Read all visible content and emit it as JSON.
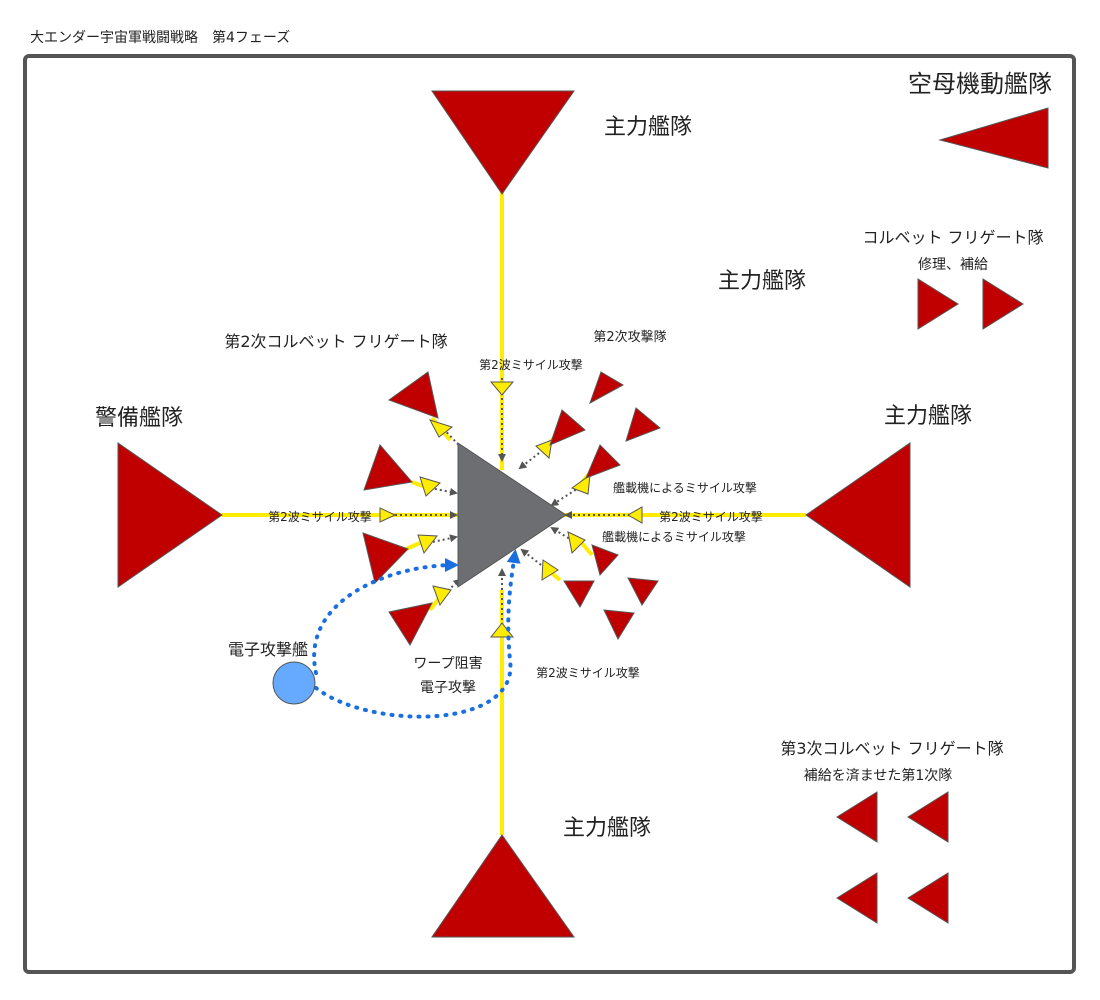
{
  "doc_title": "大エンダー宇宙軍戦闘戦略　第4フェーズ",
  "colors": {
    "enemy_red": "#c00000",
    "central_gray": "#6d6e71",
    "attack_yellow": "#ffec00",
    "ewar_blue": "#66aaff",
    "frame": "#555555"
  },
  "labels": {
    "carrier_fleet": "空母機動艦隊",
    "main_fleet_top": "主力艦隊",
    "main_fleet_upper_right": "主力艦隊",
    "main_fleet_right": "主力艦隊",
    "main_fleet_bottom": "主力艦隊",
    "guard_fleet": "警備艦隊",
    "corvette_group_title": "コルベット フリゲート隊",
    "corvette_group_sub": "修理、補給",
    "second_corvette": "第2次コルベット フリゲート隊",
    "second_attack": "第2次攻撃隊",
    "second_wave_top": "第2波ミサイル攻撃",
    "second_wave_left": "第2波ミサイル攻撃",
    "second_wave_right": "第2波ミサイル攻撃",
    "second_wave_bottom": "第2波ミサイル攻撃",
    "carrier_missile_1": "艦載機によるミサイル攻撃",
    "carrier_missile_2": "艦載機によるミサイル攻撃",
    "ewar_ship": "電子攻撃艦",
    "warp_jam": "ワープ阻害",
    "ewar_attack": "電子攻撃",
    "third_corvette_title": "第3次コルベット フリゲート隊",
    "third_corvette_sub": "補給を済ませた第1次隊"
  }
}
